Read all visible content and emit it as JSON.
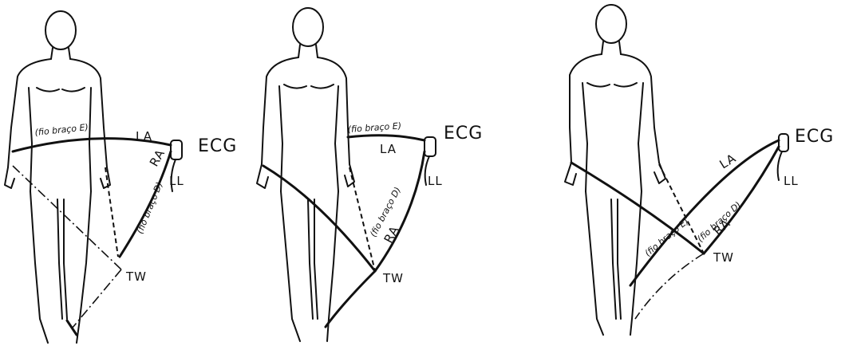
{
  "figures": [
    {
      "ecg": "ECG",
      "la": "LA",
      "ra": "RA",
      "ll": "LL",
      "tw": "TW",
      "wire_left": "(fio braço E)",
      "wire_right": "(fio braço D)"
    },
    {
      "ecg": "ECG",
      "la": "LA",
      "ra": "RA",
      "ll": "LL",
      "tw": "TW",
      "wire_left": "(fio braço E)",
      "wire_right": "(fio braço D)"
    },
    {
      "ecg": "ECG",
      "la": "LA",
      "ra": "RA",
      "ll": "LL",
      "tw": "TW",
      "wire_left": "(fio braço E)",
      "wire_right": "(fio braço D)"
    }
  ]
}
